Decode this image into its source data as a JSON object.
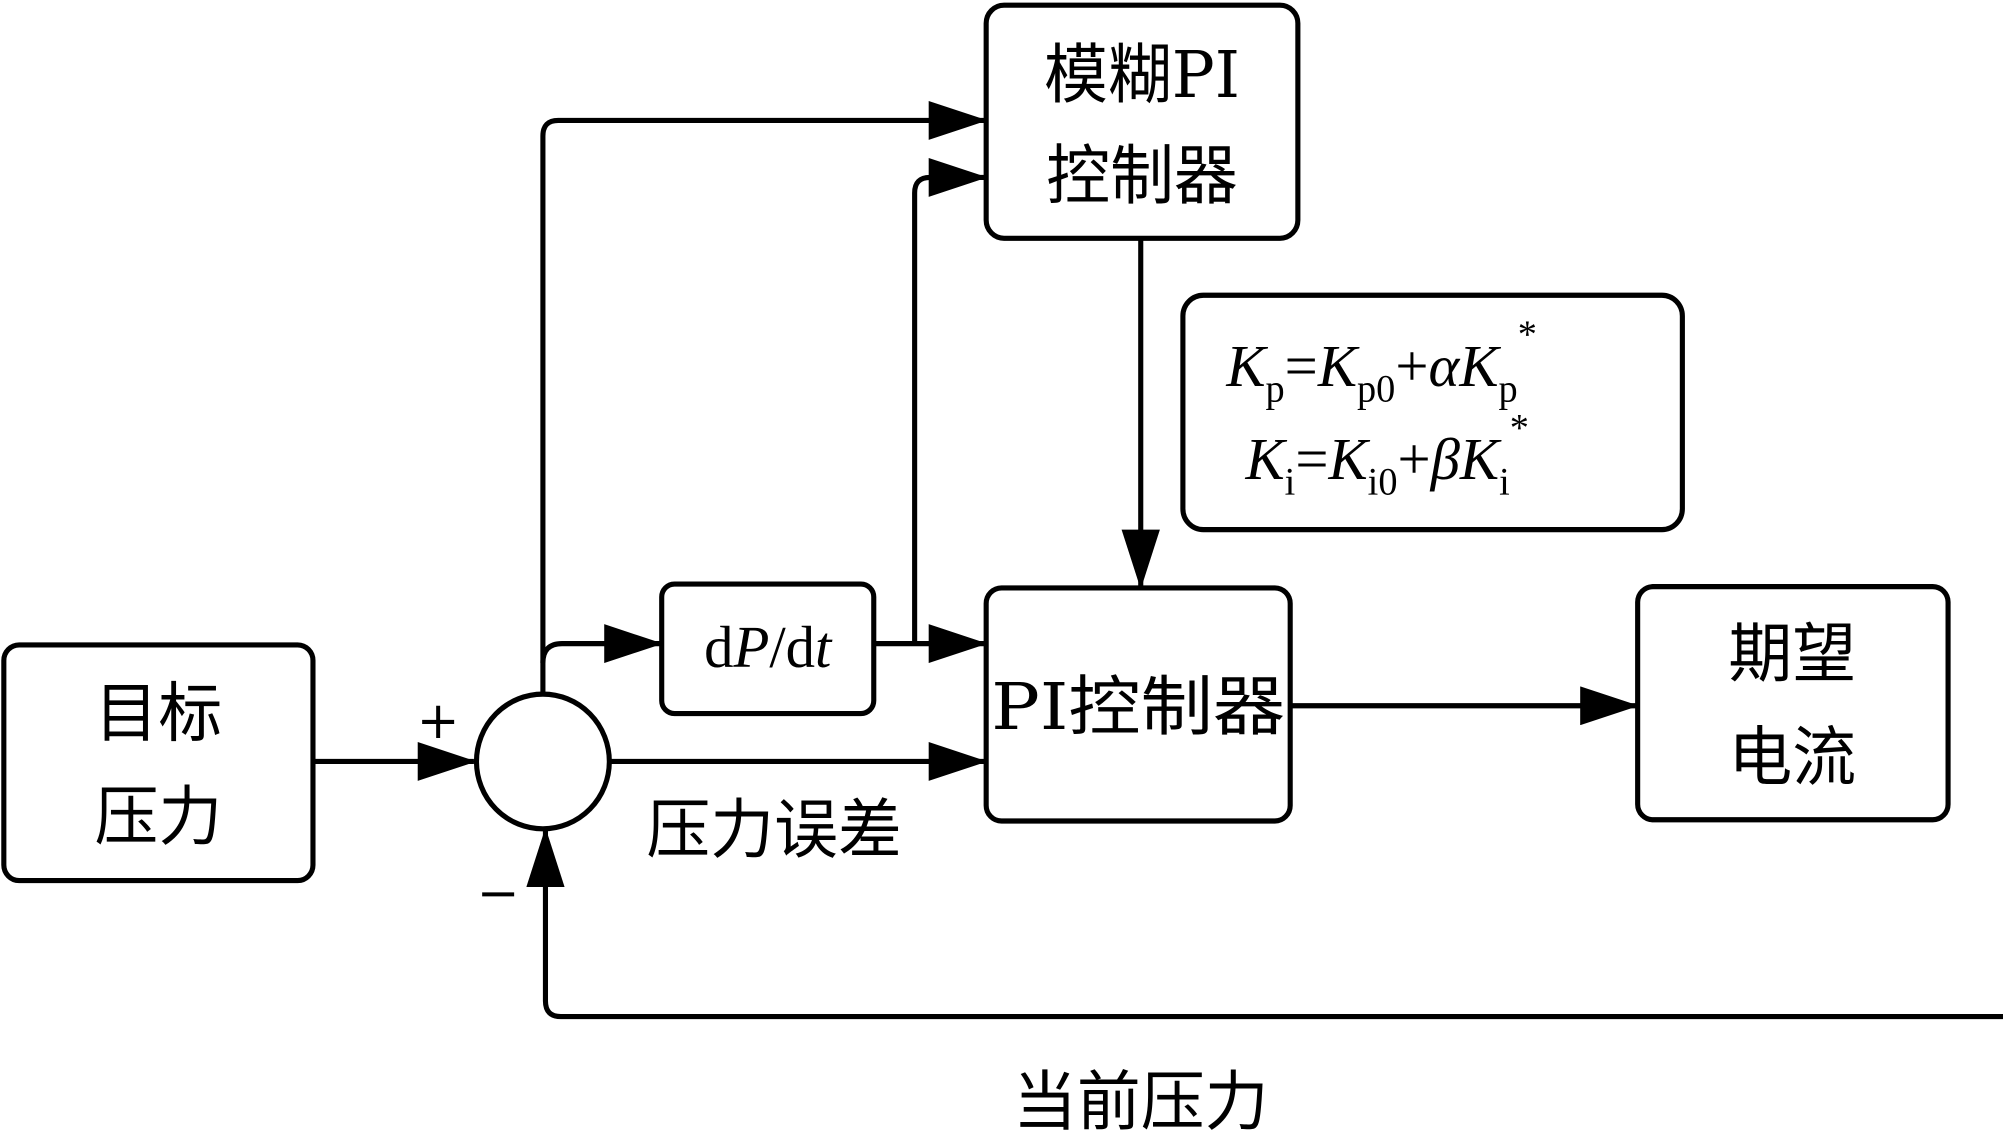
{
  "blocks": {
    "target_pressure": [
      "目标",
      "压力"
    ],
    "fuzzy_pi": [
      "模糊PI",
      "控制器"
    ],
    "derivative": {
      "d1": "d",
      "P": "P",
      "slash": "/d",
      "t": "t"
    },
    "pi_controller": "PI控制器",
    "desired_current": [
      "期望",
      "电流"
    ]
  },
  "formula": {
    "line1": {
      "K": "K",
      "p": "p",
      "eq": "=",
      "K2": "K",
      "p0": "p0",
      "plus": "+",
      "coef": "α",
      "K3": "K",
      "p2": "p",
      "star": "*"
    },
    "line2": {
      "K": "K",
      "i": "i",
      "eq": "=",
      "K2": "K",
      "i0": "i0",
      "plus": "+",
      "coef": "β",
      "K3": "K",
      "i2": "i",
      "star": "*"
    }
  },
  "signs": {
    "plus": "+",
    "minus": "−"
  },
  "labels": {
    "error": "压力误差",
    "feedback": "当前压力"
  }
}
